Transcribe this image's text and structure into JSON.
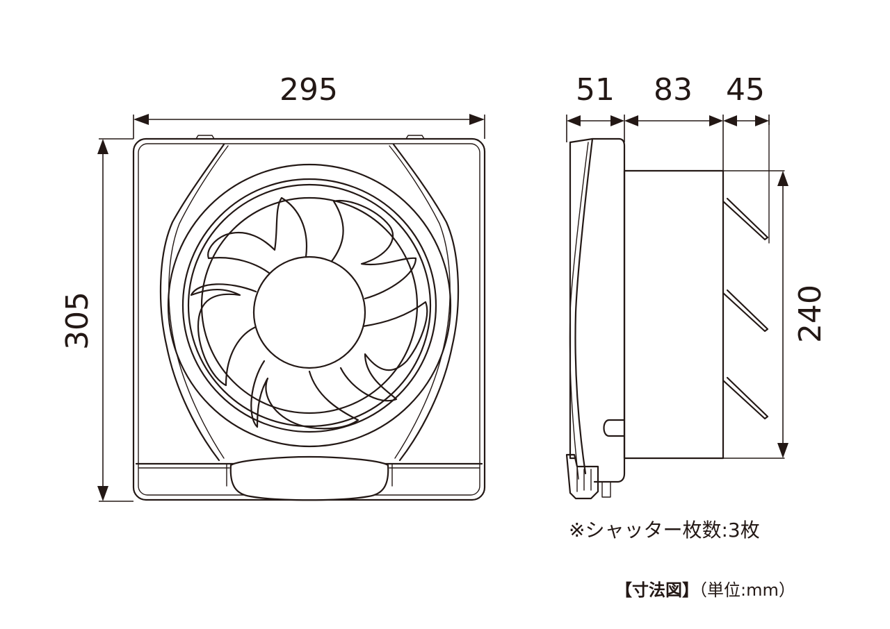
{
  "dimensions": {
    "width": "295",
    "height": "305",
    "depth_front": "51",
    "depth_body": "83",
    "depth_shutter": "45",
    "shutter_height": "240"
  },
  "notes": {
    "shutter_count": "※シャッター枚数:3枚",
    "drawing_title": "【寸法図】",
    "unit": "（単位:mm）"
  }
}
